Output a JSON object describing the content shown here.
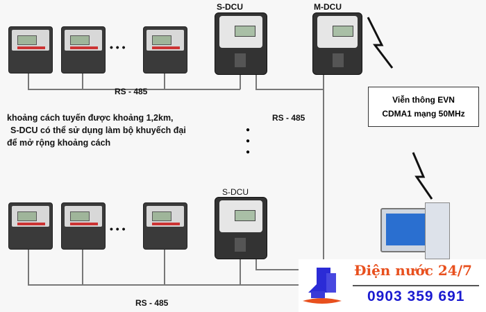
{
  "labels": {
    "sdcu_top": "S-DCU",
    "mdcu": "M-DCU",
    "sdcu_bottom": "S-DCU",
    "rs485_top": "RS - 485",
    "rs485_mid": "RS - 485",
    "rs485_bottom": "RS - 485",
    "dots": "• • •"
  },
  "note": {
    "line1": "khoảng cách tuyến được khoảng 1,2km,",
    "line2": "S-DCU có thể sử dụng làm bộ khuyếch đại",
    "line3": "để mở rộng khoảng cách"
  },
  "telecom": {
    "line1": "Viễn thông EVN",
    "line2": "CDMA1 mạng 50MHz"
  },
  "watermark": {
    "brand": "Điện nước 24/7",
    "phone": "0903 359 691",
    "brand_color": "#e8501e",
    "phone_color": "#1a1ad0"
  }
}
